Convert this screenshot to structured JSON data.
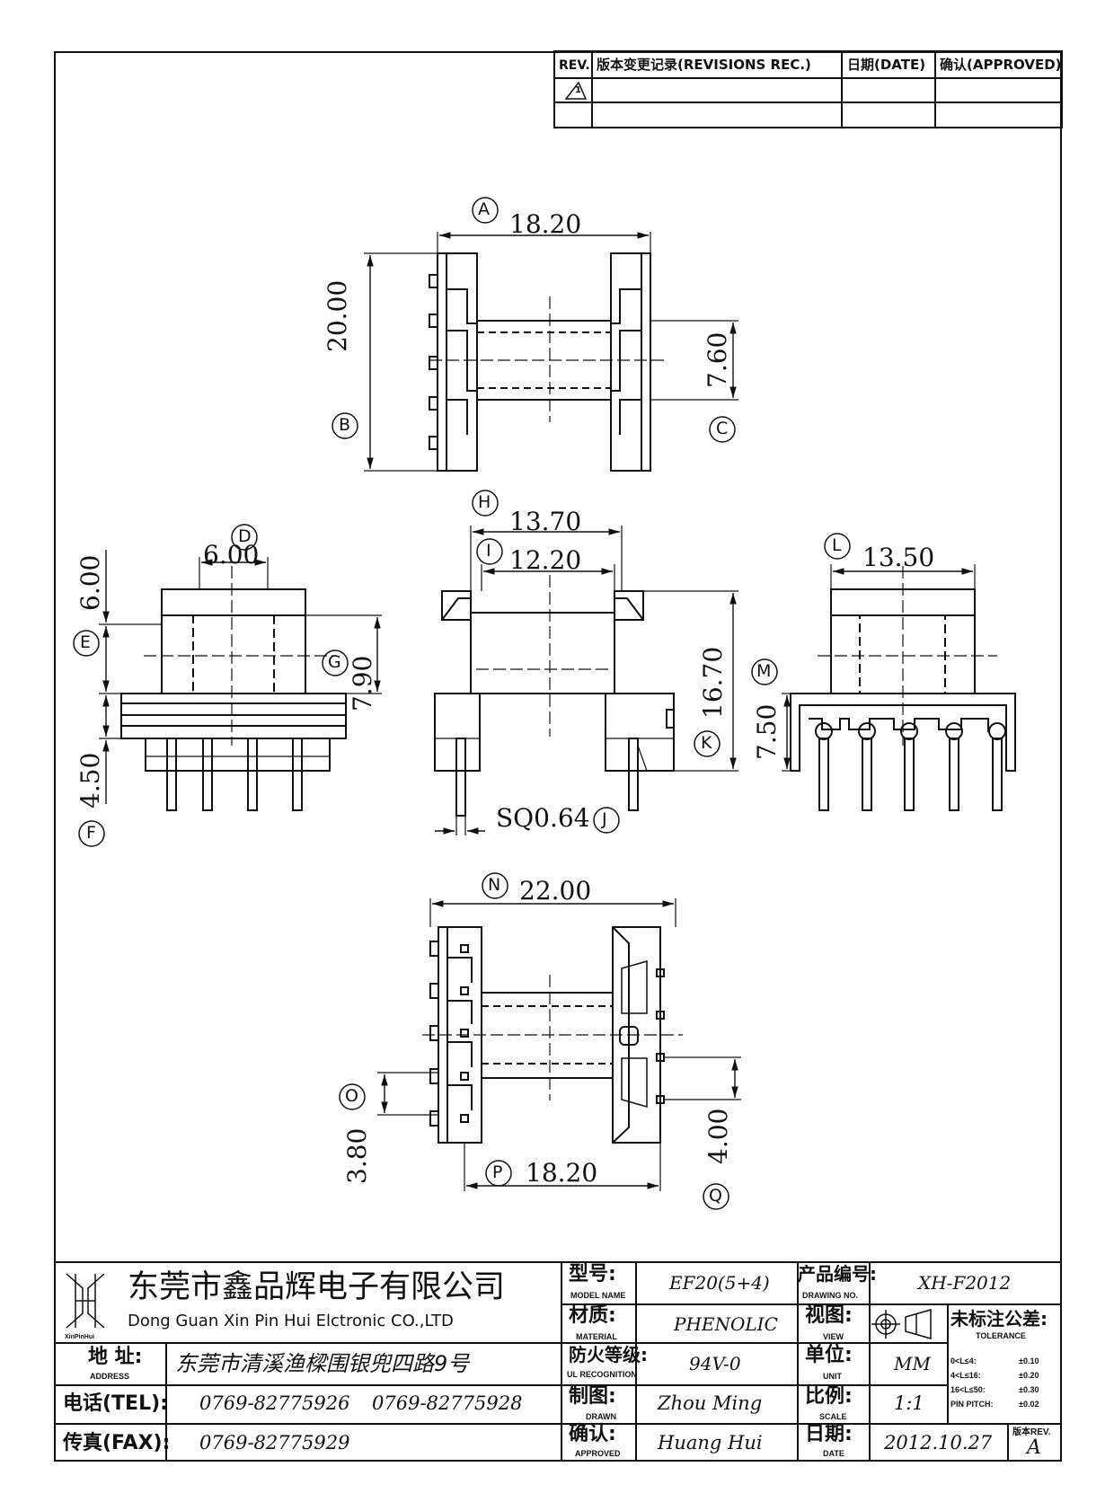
{
  "revisions": {
    "rev_header": "REV.",
    "rec_header": "版本变更记录(REVISIONS REC.)",
    "date_header": "日期(DATE)",
    "approved_header": "确认(APPROVED)",
    "rev_mark": "1"
  },
  "dims": {
    "A": {
      "tag": "A",
      "value": "18.20"
    },
    "B": {
      "tag": "B",
      "value": "20.00"
    },
    "C": {
      "tag": "C",
      "value": "7.60"
    },
    "D": {
      "tag": "D",
      "value": "6.00"
    },
    "E": {
      "tag": "E",
      "value": "6.00"
    },
    "F": {
      "tag": "F",
      "value": "4.50"
    },
    "G": {
      "tag": "G",
      "value": "7.90"
    },
    "H": {
      "tag": "H",
      "value": "13.70"
    },
    "I": {
      "tag": "I",
      "value": "12.20"
    },
    "J": {
      "tag": "J",
      "value": "SQ0.64"
    },
    "K": {
      "tag": "K",
      "value": "16.70"
    },
    "L": {
      "tag": "L",
      "value": "13.50"
    },
    "M": {
      "tag": "M",
      "value": "7.50"
    },
    "N": {
      "tag": "N",
      "value": "22.00"
    },
    "O": {
      "tag": "O",
      "value": "3.80"
    },
    "P": {
      "tag": "P",
      "value": "18.20"
    },
    "Q": {
      "tag": "Q",
      "value": "4.00"
    }
  },
  "title_block": {
    "company_cn": "东莞市鑫品辉电子有限公司",
    "company_en": "Dong Guan Xin Pin Hui Elctronic CO.,LTD",
    "logo_caption": "XinPinHui",
    "model_label": "型号:",
    "model_label_en": "MODEL NAME",
    "model_value": "EF20(5+4)",
    "drawing_no_label": "产品编号:",
    "drawing_no_label_en": "DRAWING NO.",
    "drawing_no_value": "XH-F2012",
    "material_label": "材质:",
    "material_label_en": "MATERIAL",
    "material_value": "PHENOLIC",
    "view_label": "视图:",
    "view_label_en": "VIEW",
    "tolerance_label": "未标注公差:",
    "tolerance_label_en": "TOLERANCE",
    "address_label": "地 址:",
    "address_label_en": "ADDRESS",
    "address_value": "东莞市清溪渔樑围银兜四路9号",
    "ul_label": "防火等级:",
    "ul_label_en": "UL RECOGNITION",
    "ul_value": "94V-0",
    "unit_label": "单位:",
    "unit_label_en": "UNIT",
    "unit_value": "MM",
    "tolerances": [
      {
        "range": "0<L≤4:",
        "value": "±0.10"
      },
      {
        "range": "4<L≤16:",
        "value": "±0.20"
      },
      {
        "range": "16<L≤50:",
        "value": "±0.30"
      },
      {
        "range": "PIN PITCH:",
        "value": "±0.02"
      }
    ],
    "tel_label": "电话(TEL):",
    "tel_value_1": "0769-82775926",
    "tel_value_2": "0769-82775928",
    "drawn_label": "制图:",
    "drawn_label_en": "DRAWN",
    "drawn_value": "Zhou Ming",
    "scale_label": "比例:",
    "scale_label_en": "SCALE",
    "scale_value": "1:1",
    "fax_label": "传真(FAX):",
    "fax_value": "0769-82775929",
    "approved_label": "确认:",
    "approved_label_en": "APPROVED",
    "approved_value": "Huang Hui",
    "date_label": "日期:",
    "date_label_en": "DATE",
    "date_value": "2012.10.27",
    "rev_label": "版本REV.",
    "rev_value": "A"
  }
}
